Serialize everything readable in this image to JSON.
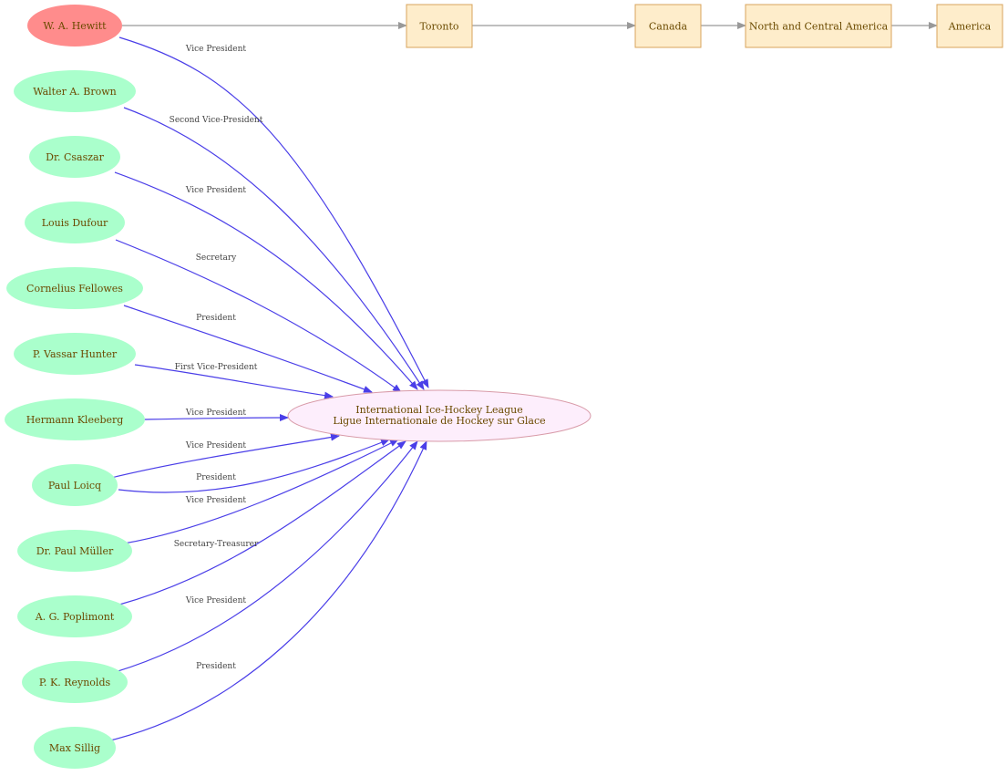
{
  "org": {
    "name_line1": "International Ice-Hockey League",
    "name_line2": "Ligue Internationale de Hockey sur Glace"
  },
  "people": [
    {
      "name": "W. A. Hewitt",
      "role": "Vice President",
      "highlight": true
    },
    {
      "name": "Walter A. Brown",
      "role": "Second Vice-President"
    },
    {
      "name": "Dr. Csaszar",
      "role": "Vice President"
    },
    {
      "name": "Louis Dufour",
      "role": "Secretary"
    },
    {
      "name": "Cornelius Fellowes",
      "role": "President"
    },
    {
      "name": "P. Vassar Hunter",
      "role": "First Vice-President"
    },
    {
      "name": "Hermann Kleeberg",
      "role": "Vice President"
    },
    {
      "name": "Paul Loicq",
      "role": "Vice President",
      "role2": "President"
    },
    {
      "name": "Dr. Paul Müller",
      "role": "Vice President"
    },
    {
      "name": "A. G. Poplimont",
      "role": "Secretary-Treasurer"
    },
    {
      "name": "P. K. Reynolds",
      "role": "Vice President"
    },
    {
      "name": "Max Sillig",
      "role": "President"
    }
  ],
  "locations": [
    "Toronto",
    "Canada",
    "North and Central America",
    "America"
  ],
  "colors": {
    "person_fill": "#aaffcc",
    "highlight_fill": "#ff8c8c",
    "org_fill": "#fdeefc",
    "place_fill": "#feedcb",
    "role_edge": "#4a3ee8",
    "location_edge": "#999999"
  }
}
